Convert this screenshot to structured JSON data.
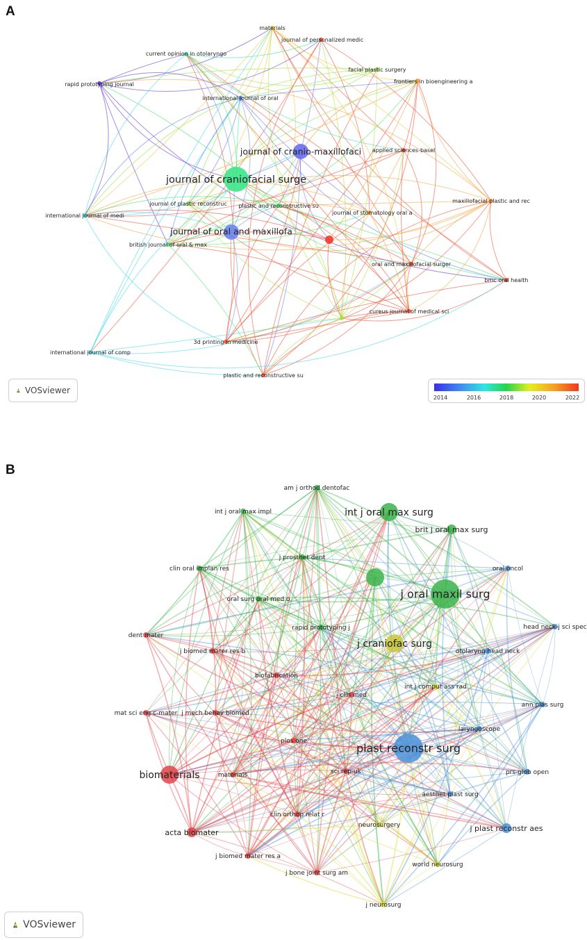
{
  "panelA": {
    "letter": "A",
    "nodes": [
      {
        "id": "materials",
        "label": "materials",
        "color": "#f2c23a",
        "size": "small"
      },
      {
        "id": "jpm",
        "label": "journal of personalized medic",
        "color": "#ef4a2e",
        "size": "small"
      },
      {
        "id": "cool",
        "label": "current opinion in otolaryngo",
        "color": "#2fe0b0",
        "size": "small"
      },
      {
        "id": "rpj",
        "label": "rapid prototyping journal",
        "color": "#5a2fd8",
        "size": "small"
      },
      {
        "id": "fps",
        "label": "facial plastic surgery",
        "color": "#8ee23a",
        "size": "small"
      },
      {
        "id": "fib",
        "label": "frontiers in bioengineering a",
        "color": "#f59a2a",
        "size": "small"
      },
      {
        "id": "ijo",
        "label": "international journal of oral",
        "color": "#4a7cf0",
        "size": "small"
      },
      {
        "id": "jcmf",
        "label": "journal of cranio-maxillofaci",
        "color": "#6a6ff0",
        "size": "large"
      },
      {
        "id": "asb",
        "label": "applied sciences-basel",
        "color": "#ef4a2e",
        "size": "small"
      },
      {
        "id": "jcs",
        "label": "journal of craniofacial surge",
        "color": "#3ee68a",
        "size": "xlarge"
      },
      {
        "id": "jpr",
        "label": "journal of plastic reconstruc",
        "color": "#8ee23a",
        "size": "small"
      },
      {
        "id": "prs",
        "label": "plastic and reconstructive su",
        "color": "#3ee06a",
        "size": "small"
      },
      {
        "id": "jsoa",
        "label": "journal of stomatology oral a",
        "color": "#f2a03a",
        "size": "small"
      },
      {
        "id": "mpr",
        "label": "maxillofacial plastic and rec",
        "color": "#f5a03a",
        "size": "small"
      },
      {
        "id": "ijm",
        "label": "international journal of medi",
        "color": "#3ad6e6",
        "size": "small"
      },
      {
        "id": "jomf",
        "label": "journal of oral and maxillofa",
        "color": "#6a86f0",
        "size": "large"
      },
      {
        "id": "bjom",
        "label": "british journal of oral & max",
        "color": "#48e66a",
        "size": "small"
      },
      {
        "id": "red",
        "label": "",
        "color": "#ef3a2e",
        "size": "medium"
      },
      {
        "id": "omfs",
        "label": "oral and maxillofacial surger",
        "color": "#ef4a2e",
        "size": "small"
      },
      {
        "id": "boh",
        "label": "bmc oral health",
        "color": "#ef4a2e",
        "size": "small"
      },
      {
        "id": "cjms",
        "label": "cureus journal of medical sci",
        "color": "#ef4a2e",
        "size": "small"
      },
      {
        "id": "lime",
        "label": "",
        "color": "#a2e63a",
        "size": "small"
      },
      {
        "id": "ijc",
        "label": "international journal of comp",
        "color": "#3ad6f0",
        "size": "small"
      },
      {
        "id": "3dp",
        "label": "3d printing in medicine",
        "color": "#ef4a2e",
        "size": "small"
      },
      {
        "id": "prs2",
        "label": "plastic and reconstructive su",
        "color": "#ef4a2e",
        "size": "small"
      }
    ],
    "legend": {
      "ticks": [
        "2014",
        "2016",
        "2018",
        "2020",
        "2022"
      ]
    },
    "logo_text": "VOSviewer"
  },
  "panelB": {
    "letter": "B",
    "nodes": [
      {
        "id": "ajod",
        "label": "am j orthod dentofac",
        "color": "#3cb44b",
        "size": "small"
      },
      {
        "id": "ijoms",
        "label": "int j oral max surg",
        "color": "#3cb44b",
        "size": "large"
      },
      {
        "id": "ijomi",
        "label": "int j oral max impl",
        "color": "#3cb44b",
        "size": "small"
      },
      {
        "id": "bjoms",
        "label": "brit j oral max surg",
        "color": "#3cb44b",
        "size": "medium"
      },
      {
        "id": "jpd",
        "label": "j prosthet dent",
        "color": "#3cb44b",
        "size": "small"
      },
      {
        "id": "coir",
        "label": "clin oral implan res",
        "color": "#3cb44b",
        "size": "small"
      },
      {
        "id": "oo",
        "label": "oral oncol",
        "color": "#4a90d9",
        "size": "small"
      },
      {
        "id": "gbig",
        "label": "",
        "color": "#3cb44b",
        "size": "large"
      },
      {
        "id": "joms",
        "label": "j oral maxil surg",
        "color": "#3cb44b",
        "size": "xlarge"
      },
      {
        "id": "osom",
        "label": "oral surg oral med o",
        "color": "#3cb44b",
        "size": "small"
      },
      {
        "id": "hnjs",
        "label": "head neck-j sci spec",
        "color": "#4a90d9",
        "size": "small"
      },
      {
        "id": "dm",
        "label": "dent mater",
        "color": "#e0454a",
        "size": "small"
      },
      {
        "id": "rpj",
        "label": "rapid prototyping j",
        "color": "#3cb44b",
        "size": "small"
      },
      {
        "id": "jcs",
        "label": "j craniofac surg",
        "color": "#c8c83a",
        "size": "large"
      },
      {
        "id": "jbmrb",
        "label": "j biomed mater res b",
        "color": "#e0454a",
        "size": "small"
      },
      {
        "id": "ohn",
        "label": "otolaryng head neck",
        "color": "#4a90d9",
        "size": "small"
      },
      {
        "id": "biof",
        "label": "biofabrication",
        "color": "#e0454a",
        "size": "small"
      },
      {
        "id": "ijcar",
        "label": "int j comput ass rad",
        "color": "#d8d83a",
        "size": "small"
      },
      {
        "id": "jcm",
        "label": "j clin med",
        "color": "#e0454a",
        "size": "small"
      },
      {
        "id": "msec",
        "label": "mat sci eng c-mater",
        "color": "#e0454a",
        "size": "small"
      },
      {
        "id": "jmbbm",
        "label": "j mech behav biomed",
        "color": "#e0454a",
        "size": "small"
      },
      {
        "id": "aps",
        "label": "ann plas surg",
        "color": "#4a90d9",
        "size": "small"
      },
      {
        "id": "lar",
        "label": "laryngoscope",
        "color": "#4a90d9",
        "size": "small"
      },
      {
        "id": "po",
        "label": "plos one",
        "color": "#e0454a",
        "size": "small"
      },
      {
        "id": "prs",
        "label": "plast reconstr surg",
        "color": "#4a90d9",
        "size": "xlarge"
      },
      {
        "id": "bio",
        "label": "biomaterials",
        "color": "#e0454a",
        "size": "large"
      },
      {
        "id": "mat",
        "label": "materials",
        "color": "#e0454a",
        "size": "small"
      },
      {
        "id": "sru",
        "label": "sci rep-uk",
        "color": "#e0454a",
        "size": "small"
      },
      {
        "id": "pgo",
        "label": "prs-glob open",
        "color": "#4a90d9",
        "size": "small"
      },
      {
        "id": "aes",
        "label": "aesthet plast surg",
        "color": "#4a90d9",
        "size": "small"
      },
      {
        "id": "corr",
        "label": "clin orthop relat r",
        "color": "#e0454a",
        "size": "small"
      },
      {
        "id": "ns",
        "label": "neurosurgery",
        "color": "#d8d83a",
        "size": "small"
      },
      {
        "id": "jpra",
        "label": "j plast reconstr aes",
        "color": "#4a90d9",
        "size": "medium"
      },
      {
        "id": "ab",
        "label": "acta biomater",
        "color": "#e0454a",
        "size": "medium"
      },
      {
        "id": "jbmra",
        "label": "j biomed mater res a",
        "color": "#e0454a",
        "size": "small"
      },
      {
        "id": "wn",
        "label": "world neurosurg",
        "color": "#d8d83a",
        "size": "small"
      },
      {
        "id": "jbjs",
        "label": "j bone joint surg am",
        "color": "#e0454a",
        "size": "small"
      },
      {
        "id": "jn",
        "label": "j neurosurg",
        "color": "#d8d83a",
        "size": "small"
      }
    ],
    "logo_text": "VOSviewer"
  }
}
